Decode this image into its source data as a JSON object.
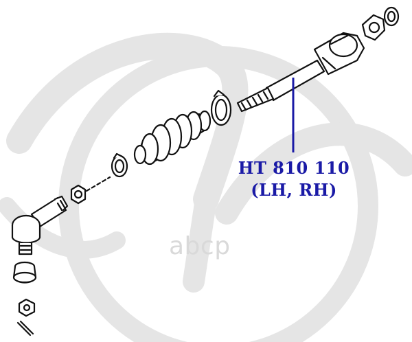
{
  "part_number": "HT 810 110",
  "part_side": "(LH, RH)",
  "watermark_text": "abcp",
  "logo_name": "h-swoosh-logo",
  "colors": {
    "label": "#1a1aa6",
    "leader_line": "#1a1aa6",
    "drawing": "#111111",
    "logo": "#e5e5e5",
    "watermark": "#d9d9d9"
  }
}
